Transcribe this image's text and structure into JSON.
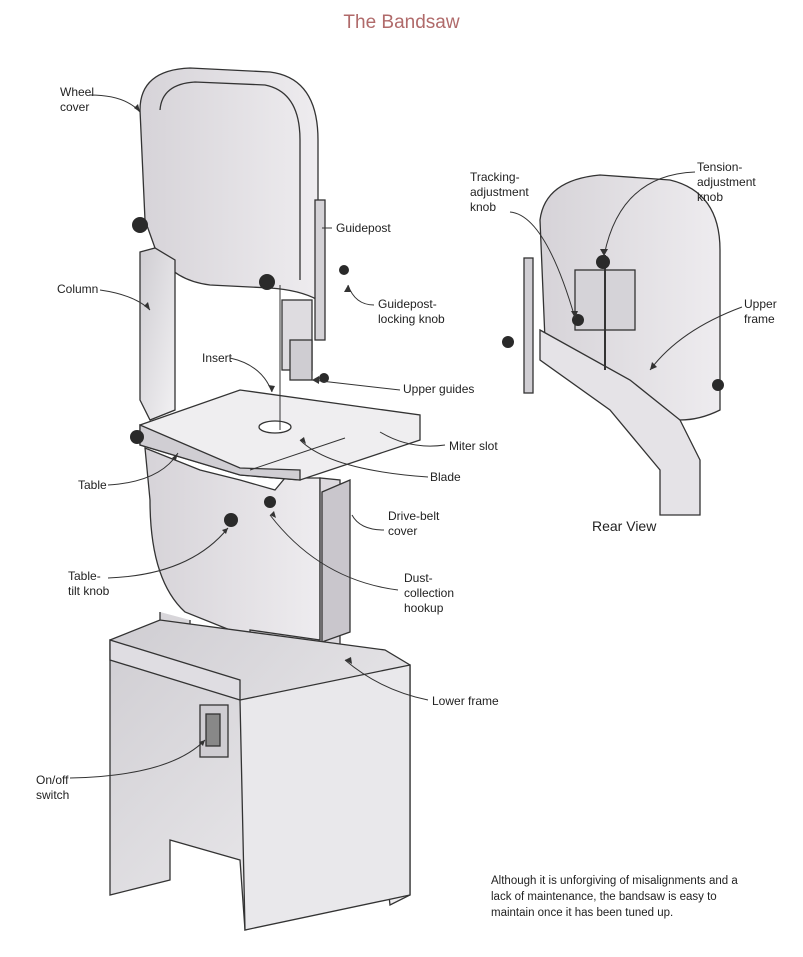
{
  "title": "The Bandsaw",
  "labels": {
    "wheel_cover": [
      "Wheel",
      "cover"
    ],
    "column": "Column",
    "table": "Table",
    "table_tilt_knob": [
      "Table-",
      "tilt knob"
    ],
    "on_off_switch": [
      "On/off",
      "switch"
    ],
    "insert": "Insert",
    "guidepost": "Guidepost",
    "guidepost_locking_knob": [
      "Guidepost-",
      "locking knob"
    ],
    "upper_guides": "Upper guides",
    "miter_slot": "Miter slot",
    "blade": "Blade",
    "drive_belt_cover": [
      "Drive-belt",
      "cover"
    ],
    "dust_collection_hookup": [
      "Dust-",
      "collection",
      "hookup"
    ],
    "lower_frame": "Lower frame",
    "tracking_adjustment_knob": [
      "Tracking-",
      "adjustment",
      "knob"
    ],
    "tension_adjustment_knob": [
      "Tension-",
      "adjustment",
      "knob"
    ],
    "upper_frame": [
      "Upper",
      "frame"
    ]
  },
  "rear_view": "Rear View",
  "caption": "Although it is unforgiving of misalignments and a lack of maintenance, the bandsaw is easy to maintain once it has been tuned up.",
  "colors": {
    "title": "#b06a6a",
    "body_fill": "#e6e4e7",
    "body_stroke": "#333333",
    "knob": "#2a2a2a"
  }
}
